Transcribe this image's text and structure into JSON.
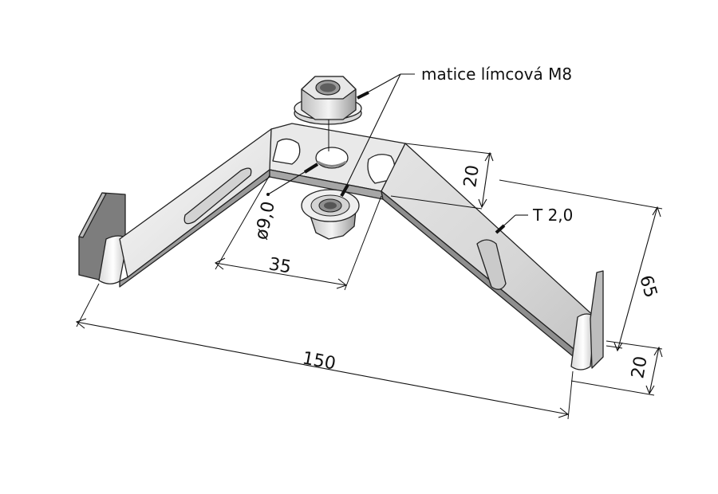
{
  "labels": {
    "nut_callout": "matice límcová M8",
    "thickness_callout": "T 2,0",
    "dim_width": "150",
    "dim_hole_spacing": "35",
    "dim_hole_diameter": "ø9,0",
    "dim_bend_depth": "20",
    "dim_height": "65",
    "dim_lip": "20"
  },
  "colors": {
    "line": "#111111",
    "metal_light": "#f2f2f2",
    "metal_mid": "#cfcfcf",
    "metal_dark": "#8a8a8a",
    "metal_darkest": "#555555"
  }
}
